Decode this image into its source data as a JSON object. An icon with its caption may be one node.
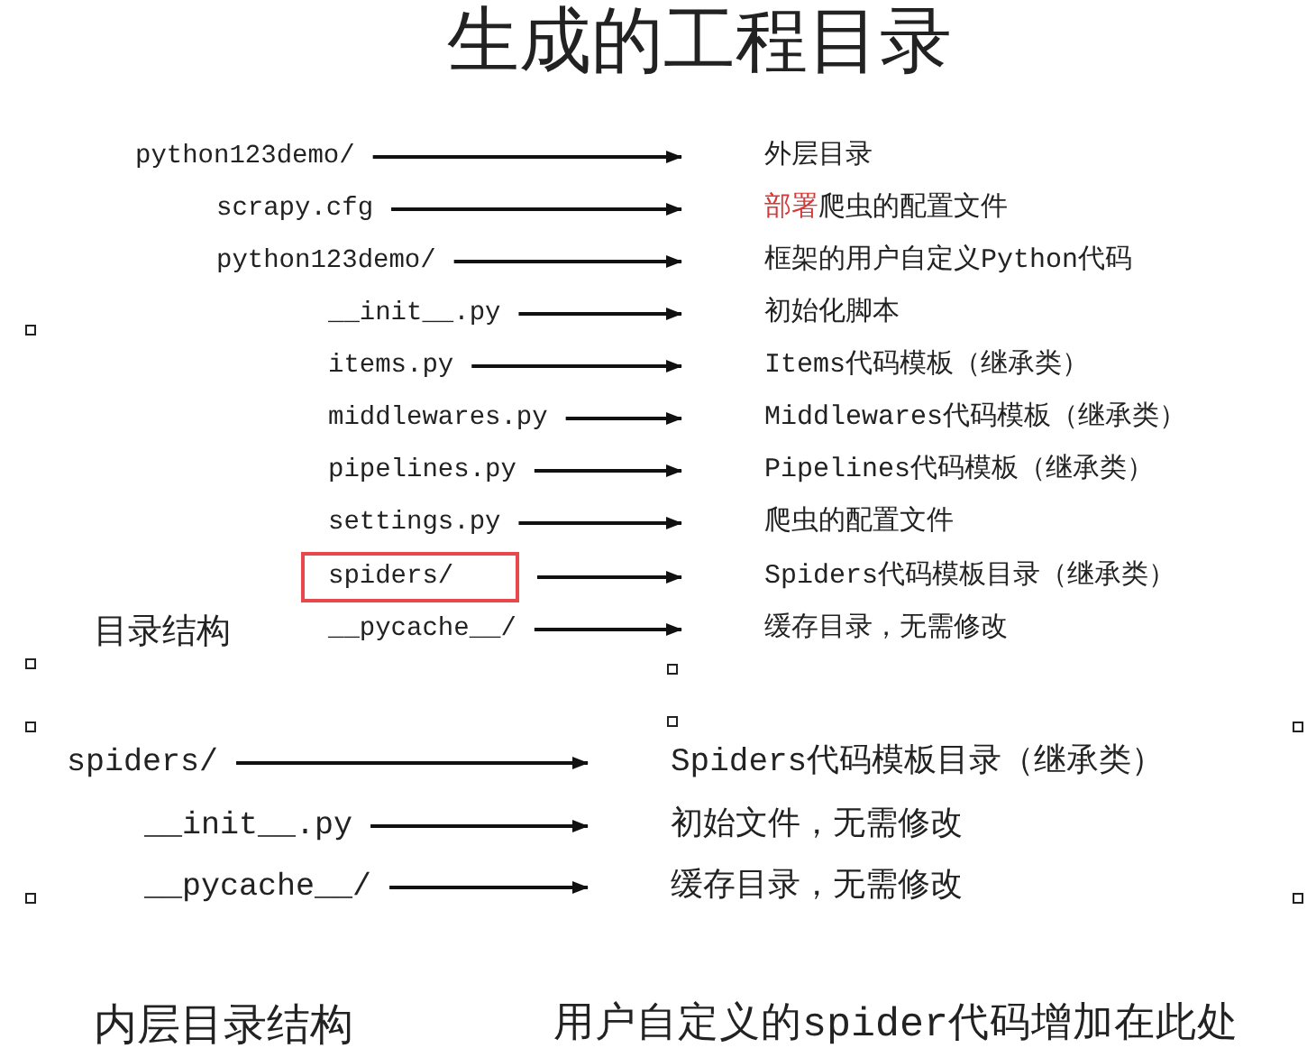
{
  "diagram": {
    "title": "生成的工程目录",
    "nodes": [
      {
        "text": [
          "python123demo/"
        ]
      },
      {
        "text": [
          "外层目录"
        ]
      },
      {
        "text": [
          "scrapy.cfg"
        ]
      },
      {
        "text": [
          "部署爬虫的配置文件"
        ]
      },
      {
        "text": [
          "python123demo/"
        ]
      },
      {
        "text": [
          "框架的用户自定义Python代码"
        ]
      },
      {
        "text": [
          "__init__.py"
        ]
      },
      {
        "text": [
          "初始化脚本"
        ]
      },
      {
        "text": [
          "items.py"
        ]
      },
      {
        "text": [
          "Items代码模板（继承类）"
        ]
      },
      {
        "text": [
          "middlewares.py"
        ]
      },
      {
        "text": [
          "Middlewares代码模板（继承类）"
        ]
      },
      {
        "text": [
          "pipelines.py"
        ]
      },
      {
        "text": [
          "Pipelines代码模板（继承类）"
        ]
      },
      {
        "text": [
          "settings.py"
        ]
      },
      {
        "text": [
          "爬虫的配置文件"
        ]
      },
      {
        "text": [
          "spiders/"
        ]
      },
      {
        "text": [
          "Spiders代码模板目录（继承类）"
        ]
      },
      {
        "text": [
          "__pycache__/"
        ]
      },
      {
        "text": [
          "缓存目录，无需修改"
        ]
      },
      {
        "text": [
          "spiders/"
        ]
      },
      {
        "text": [
          "Spiders代码模板目录（继承类）"
        ]
      },
      {
        "text": [
          "__init__.py"
        ]
      },
      {
        "text": [
          "初始文件，无需修改"
        ]
      },
      {
        "text": [
          "__pycache__/"
        ]
      },
      {
        "text": [
          "缓存目录，无需修改"
        ]
      }
    ],
    "edges": [
      {
        "from": 0,
        "to": 1,
        "arrow": "to"
      },
      {
        "from": 2,
        "to": 3,
        "arrow": "to"
      },
      {
        "from": 4,
        "to": 5,
        "arrow": "to"
      },
      {
        "from": 6,
        "to": 7,
        "arrow": "to"
      },
      {
        "from": 8,
        "to": 9,
        "arrow": "to"
      },
      {
        "from": 10,
        "to": 11,
        "arrow": "to"
      },
      {
        "from": 12,
        "to": 13,
        "arrow": "to"
      },
      {
        "from": 14,
        "to": 15,
        "arrow": "to"
      },
      {
        "from": 16,
        "to": 17,
        "arrow": "to"
      },
      {
        "from": 18,
        "to": 19,
        "arrow": "to"
      },
      {
        "from": 20,
        "to": 21,
        "arrow": "to"
      },
      {
        "from": 22,
        "to": 23,
        "arrow": "to"
      },
      {
        "from": 24,
        "to": 25,
        "arrow": "to"
      }
    ],
    "labels": [
      "目录结构",
      "内层目录结构",
      "用户自定义的spider代码增加在此处"
    ]
  }
}
